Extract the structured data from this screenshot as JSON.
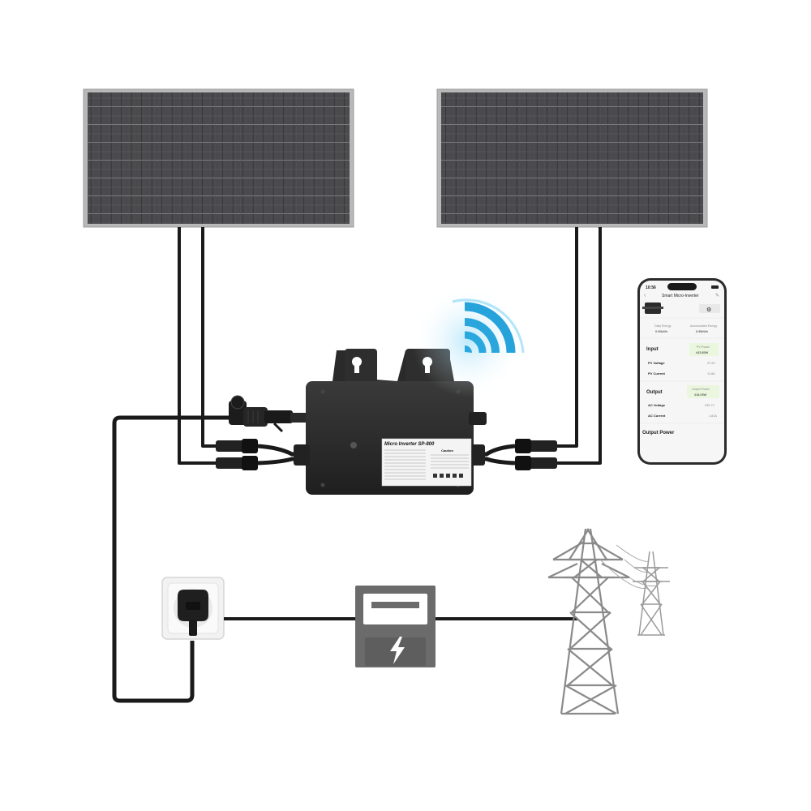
{
  "inverter": {
    "label_title": "Micro Inverter SP-800",
    "label_caution": "Caution"
  },
  "phone": {
    "status_time": "10:56",
    "app_title": "Smart Micro-Inverter",
    "daily_energy_label": "Daily Energy",
    "daily_energy_value": "0.90kWh",
    "accumulated_energy_label": "Accumulated Energy",
    "accumulated_energy_value": "0.95kWh",
    "input_title": "Input",
    "pv_power_label": "PV Power",
    "pv_power_value": "443.85W",
    "pv_voltage_label": "PV Voltage",
    "pv_voltage_value": "37.9V",
    "pv_current_label": "PV Current",
    "pv_current_value": "11.8A",
    "output_title": "Output",
    "output_power_chip_label": "Output Power",
    "output_power_chip_value": "418.05W",
    "ac_voltage_label": "AC Voltage",
    "ac_voltage_value": "230.7V",
    "ac_current_label": "AC Current",
    "ac_current_value": "1.81A",
    "output_power_section": "Output Power"
  },
  "colors": {
    "panel_frame": "#b5b5b5",
    "panel_cell": "#4a4a4d",
    "cable": "#1a1a1a",
    "inverter_body": "#2a2a2a",
    "meter_body": "#6b6b6b",
    "wifi": "#29a8e0",
    "tower": "#8a8a8a"
  }
}
